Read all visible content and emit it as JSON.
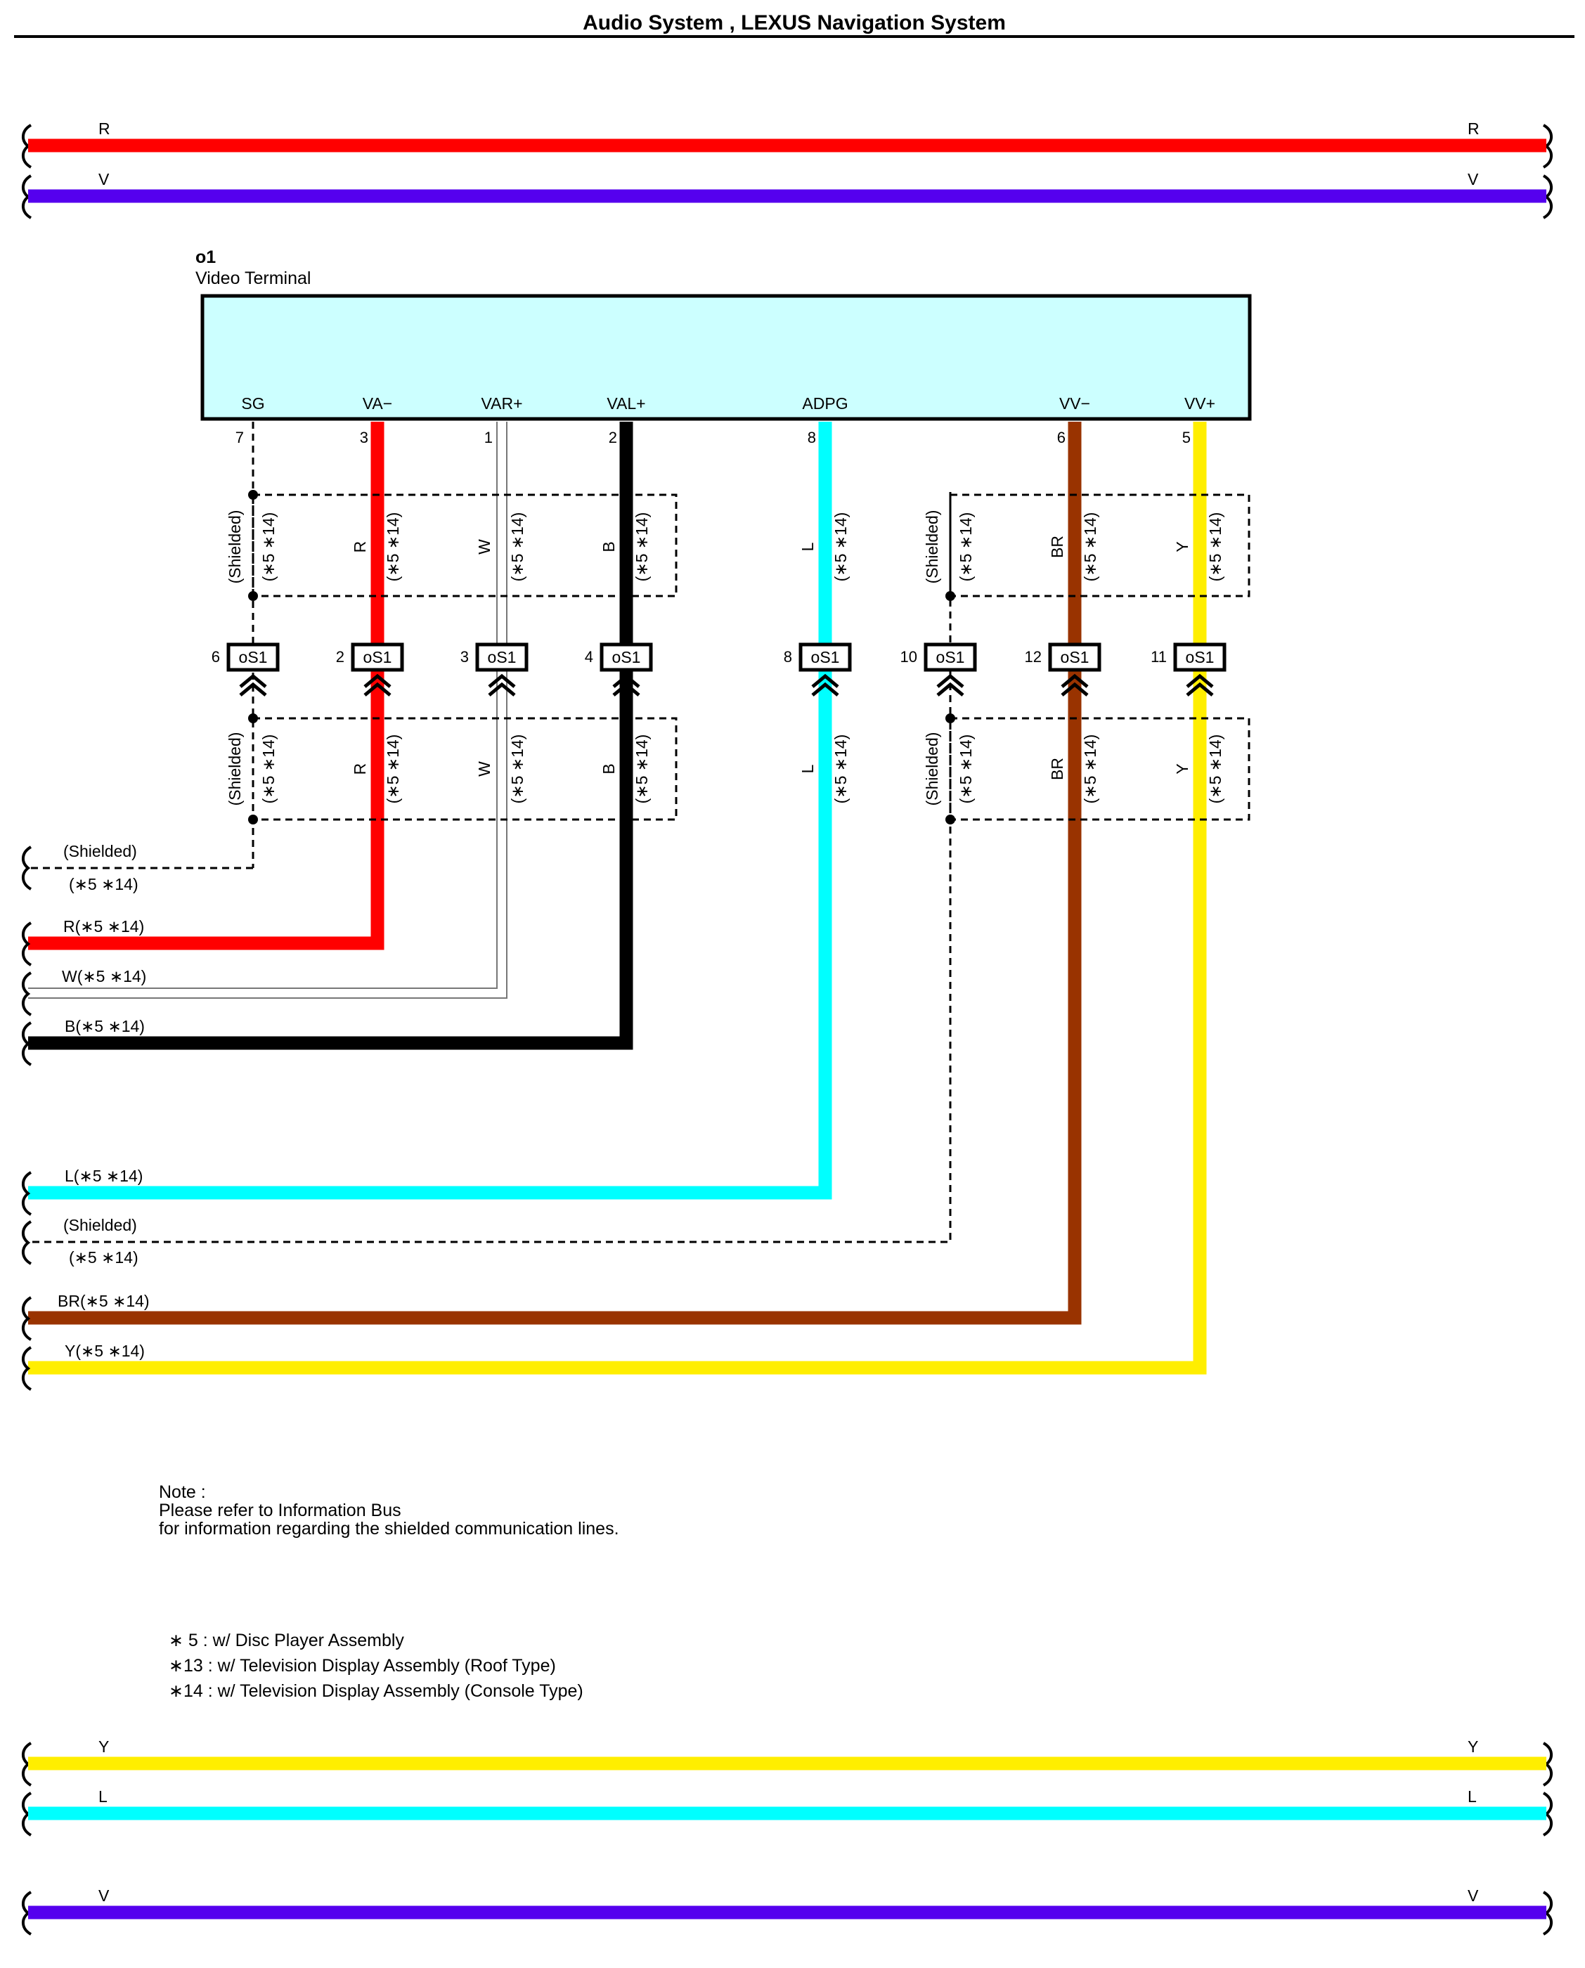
{
  "title": "Audio System , LEXUS Navigation System",
  "colors": {
    "R": "#ff0000",
    "V": "#5500ee",
    "W": "#ffffff",
    "B": "#000000",
    "L": "#00ffff",
    "BR": "#993300",
    "Y": "#ffee00",
    "terminal_fill": "#ccffff"
  },
  "through_wires_top": [
    {
      "color": "R",
      "label_left": "R",
      "label_right": "R"
    },
    {
      "color": "V",
      "label_left": "V",
      "label_right": "V"
    }
  ],
  "through_wires_bottom": [
    {
      "color": "Y",
      "label_left": "Y",
      "label_right": "Y"
    },
    {
      "color": "L",
      "label_left": "L",
      "label_right": "L"
    },
    {
      "color": "V",
      "label_left": "V",
      "label_right": "V"
    }
  ],
  "terminal": {
    "id": "o1",
    "name": "Video Terminal",
    "pins": [
      {
        "label": "SG",
        "num": "7",
        "color": "Shielded",
        "conn_pin": "6"
      },
      {
        "label": "VA−",
        "num": "3",
        "color": "R",
        "conn_pin": "2"
      },
      {
        "label": "VAR+",
        "num": "1",
        "color": "W",
        "conn_pin": "3"
      },
      {
        "label": "VAL+",
        "num": "2",
        "color": "B",
        "conn_pin": "4"
      },
      {
        "label": "ADPG",
        "num": "8",
        "color": "L",
        "conn_pin": "8"
      },
      {
        "label": "VV−",
        "num": "6",
        "color": "BR",
        "conn_pin": "12"
      },
      {
        "label": "VV+",
        "num": "5",
        "color": "Y",
        "conn_pin": "11"
      }
    ]
  },
  "connector": {
    "name": "oS1",
    "extra_pin": "10"
  },
  "option_tag": "(∗5 ∗14)",
  "shielded_label": "(Shielded)",
  "left_wires": [
    {
      "label": "(Shielded)",
      "sub": "(∗5 ∗14)"
    },
    {
      "label": "R(∗5 ∗14)"
    },
    {
      "label": "W(∗5 ∗14)"
    },
    {
      "label": "B(∗5 ∗14)"
    },
    {
      "label": "L(∗5 ∗14)"
    },
    {
      "label": "(Shielded)",
      "sub": "(∗5 ∗14)"
    },
    {
      "label": "BR(∗5 ∗14)"
    },
    {
      "label": "Y(∗5 ∗14)"
    }
  ],
  "note": {
    "heading": "Note :",
    "line1": "Please refer to Information Bus",
    "line2": "for information regarding the shielded communication lines."
  },
  "footnotes": [
    "∗ 5 : w/ Disc Player Assembly",
    "∗13 : w/ Television Display Assembly (Roof Type)",
    "∗14 : w/ Television Display Assembly (Console Type)"
  ]
}
